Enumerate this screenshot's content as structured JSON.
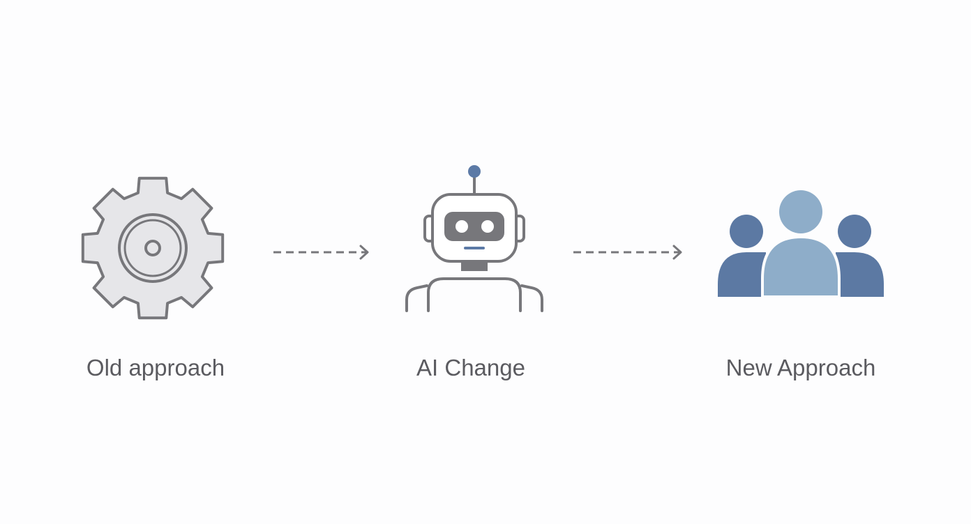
{
  "colors": {
    "background": "#fdfdfe",
    "icon_stroke": "#77777b",
    "gear_fill": "#e6e6e9",
    "robot_face": "#77777b",
    "accent_blue": "#5c7aa6",
    "people_dark": "#5c79a3",
    "people_light": "#8eadc9",
    "label_text": "#5b5b60"
  },
  "nodes": [
    {
      "id": "old",
      "label": "Old approach",
      "icon": "gear-icon"
    },
    {
      "id": "ai",
      "label": "AI Change",
      "icon": "robot-icon"
    },
    {
      "id": "new",
      "label": "New Approach",
      "icon": "people-group-icon"
    }
  ],
  "connectors": [
    {
      "from": "old",
      "to": "ai",
      "style": "dashed-arrow"
    },
    {
      "from": "ai",
      "to": "new",
      "style": "dashed-arrow"
    }
  ]
}
